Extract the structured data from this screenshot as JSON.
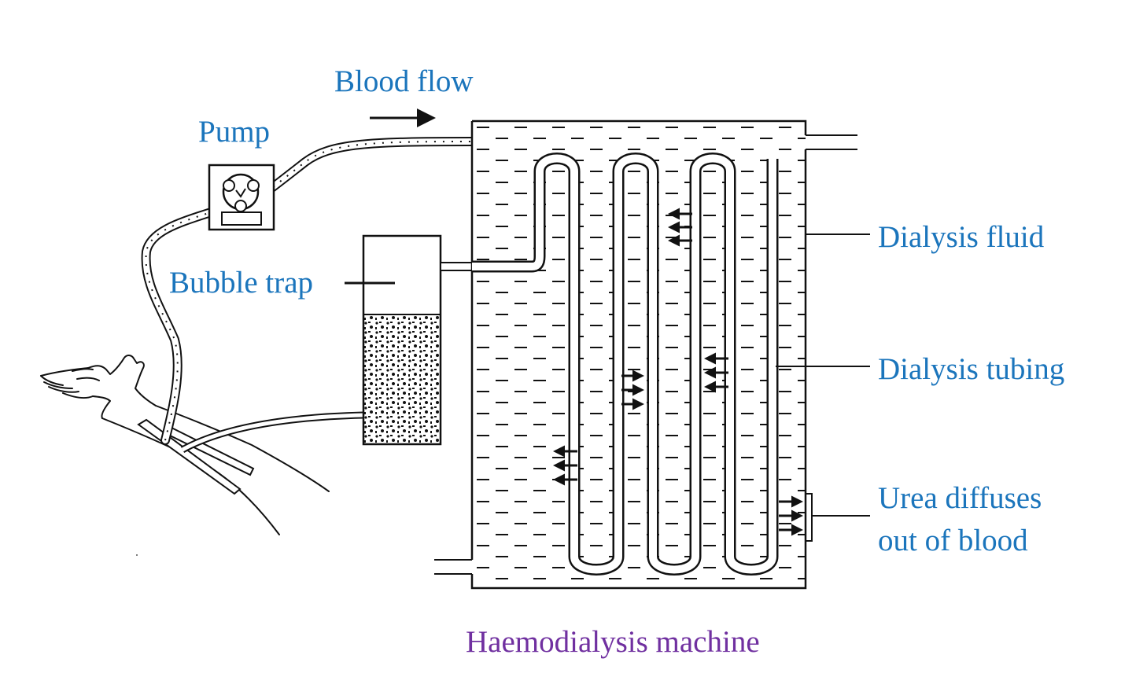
{
  "labels": {
    "blood_flow": "Blood flow",
    "pump": "Pump",
    "bubble_trap": "Bubble trap",
    "dialysis_fluid": "Dialysis fluid",
    "dialysis_tubing": "Dialysis tubing",
    "urea_line1": "Urea diffuses",
    "urea_line2": "out of blood",
    "caption": "Haemodialysis machine"
  },
  "colors": {
    "label_blue": "#1b75bc",
    "caption_purple": "#7030a0",
    "line": "#111111"
  }
}
